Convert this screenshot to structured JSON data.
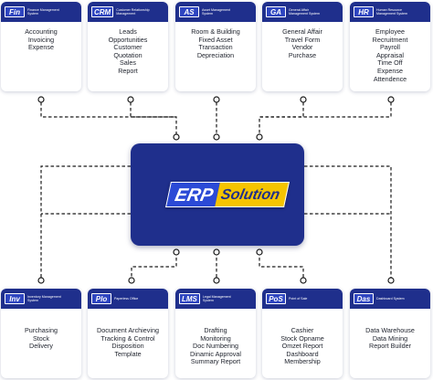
{
  "center": {
    "erp": "ERP",
    "solution": "Solution"
  },
  "modules": [
    {
      "abbr": "Fin",
      "title": "Finance Management System",
      "items": [
        "Accounting",
        "Invoicing",
        "Expense"
      ]
    },
    {
      "abbr": "CRM",
      "title": "Customer Relationship Management",
      "items": [
        "Leads",
        "Opportunities",
        "Customer",
        "Quotation",
        "Sales",
        "Report"
      ]
    },
    {
      "abbr": "AS",
      "title": "Asset Management System",
      "items": [
        "Room & Building",
        "Fixed Asset",
        "Transaction",
        "Depreciation"
      ]
    },
    {
      "abbr": "GA",
      "title": "General Affair Management System",
      "items": [
        "General Affair",
        "Travel Form",
        "Vendor",
        "Purchase"
      ]
    },
    {
      "abbr": "HR",
      "title": "Human Resource Management System",
      "items": [
        "Employee",
        "Recruitment",
        "Payroll",
        "Appraisal",
        "Time Off",
        "Expense",
        "Attendence"
      ]
    },
    {
      "abbr": "Inv",
      "title": "Inventory Management System",
      "items": [
        "Purchasing",
        "Stock",
        "Delivery"
      ]
    },
    {
      "abbr": "Plo",
      "title": "Paperless Office",
      "items": [
        "Document Archieving",
        "Tracking & Control",
        "Disposition",
        "Template"
      ]
    },
    {
      "abbr": "LMS",
      "title": "Legal Management System",
      "items": [
        "Drafting",
        "Monitoring",
        "Doc Numbering",
        "Dinamic Approval",
        "Summary Report"
      ]
    },
    {
      "abbr": "PoS",
      "title": "Point of Sale",
      "items": [
        "Cashier",
        "Stock Opname",
        "Omzet Report",
        "Dashboard",
        "Membership"
      ]
    },
    {
      "abbr": "Das",
      "title": "Dashboard System",
      "items": [
        "Data Warehouse",
        "Data Mining",
        "Report Builder"
      ]
    }
  ],
  "colors": {
    "navy": "#1f2f8c",
    "badge_blue": "#2e45c0",
    "accent_yellow": "#f5c400",
    "connector": "#1a1a1a"
  }
}
